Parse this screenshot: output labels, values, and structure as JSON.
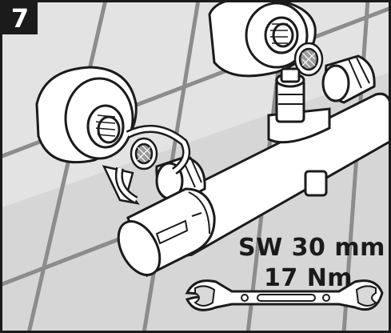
{
  "step": {
    "number": "7"
  },
  "specs": {
    "wrench_size": "SW 30 mm",
    "torque": "17 Nm"
  },
  "colors": {
    "outline": "#1b1b1b",
    "tile_grout": "#8c8c8c",
    "tile": "#d9d9d9",
    "tile_light": "#eeeeee",
    "part": "#ffffff"
  },
  "icons": [
    "rotation-arrow-icon",
    "open-end-wrench-icon"
  ]
}
